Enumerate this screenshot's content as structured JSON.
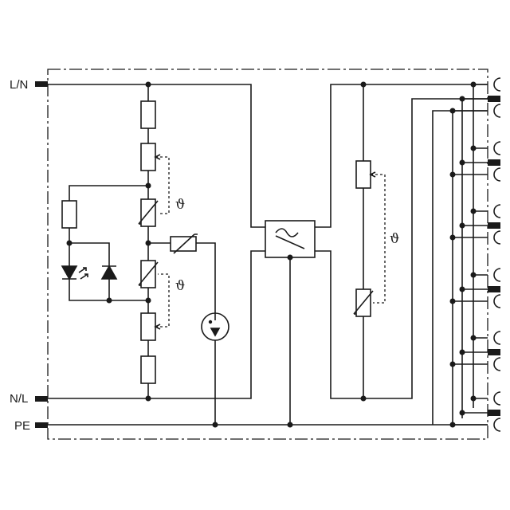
{
  "terminals": {
    "ln": "L/N",
    "nl": "N/L",
    "pe": "PE"
  },
  "thermal_symbol": "ϑ",
  "colors": {
    "line": "#1a1a1a",
    "background": "#ffffff"
  }
}
